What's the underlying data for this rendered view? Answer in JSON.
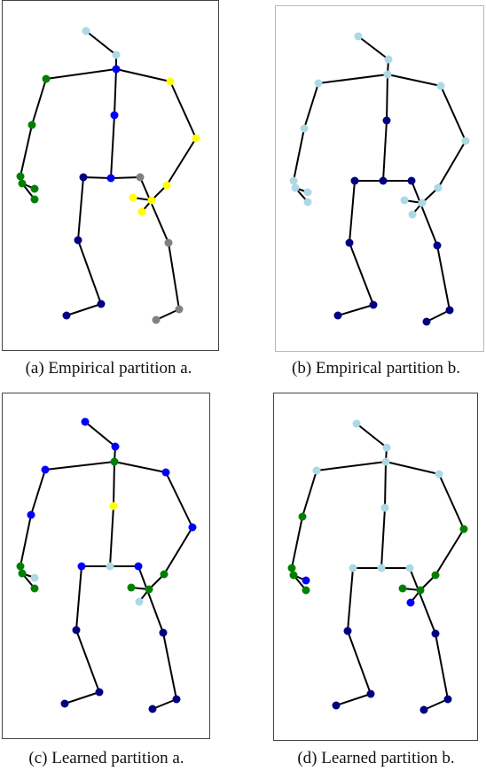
{
  "figure": {
    "panels": [
      {
        "caption": "(a) Empirical partition a.",
        "joint_colors": [
          "#add8e6",
          "#add8e6",
          "#0000ff",
          "#0000ff",
          "#0000ff",
          "#008000",
          "#008000",
          "#008000",
          "#008000",
          "#008000",
          "#ffff00",
          "#ffff00",
          "#ffff00",
          "#ffff00",
          "#ffff00",
          "#000080",
          "#000080",
          "#000080",
          "#000080",
          "#808080",
          "#808080",
          "#808080",
          "#808080",
          "#008000",
          "#ffff00"
        ]
      },
      {
        "caption": "(b) Empirical partition b.",
        "joint_colors": [
          "#add8e6",
          "#add8e6",
          "#add8e6",
          "#000080",
          "#000080",
          "#add8e6",
          "#add8e6",
          "#add8e6",
          "#add8e6",
          "#add8e6",
          "#add8e6",
          "#add8e6",
          "#add8e6",
          "#add8e6",
          "#add8e6",
          "#000080",
          "#000080",
          "#000080",
          "#000080",
          "#000080",
          "#000080",
          "#000080",
          "#000080",
          "#add8e6",
          "#add8e6"
        ]
      },
      {
        "caption": "(c) Learned partition a.",
        "joint_colors": [
          "#0000ff",
          "#0000ff",
          "#008000",
          "#ffff00",
          "#add8e6",
          "#0000ff",
          "#0000ff",
          "#008000",
          "#008000",
          "#add8e6",
          "#0000ff",
          "#0000ff",
          "#008000",
          "#008000",
          "#add8e6",
          "#0000ff",
          "#000080",
          "#000080",
          "#000080",
          "#0000ff",
          "#000080",
          "#000080",
          "#000080",
          "#008000",
          "#008000"
        ]
      },
      {
        "caption": "(d) Learned partition b.",
        "joint_colors": [
          "#add8e6",
          "#add8e6",
          "#add8e6",
          "#add8e6",
          "#add8e6",
          "#add8e6",
          "#008000",
          "#008000",
          "#008000",
          "#0000ff",
          "#add8e6",
          "#008000",
          "#008000",
          "#008000",
          "#0000ff",
          "#add8e6",
          "#000080",
          "#000080",
          "#000080",
          "#add8e6",
          "#000080",
          "#000080",
          "#000080",
          "#008000",
          "#008000"
        ]
      }
    ]
  }
}
